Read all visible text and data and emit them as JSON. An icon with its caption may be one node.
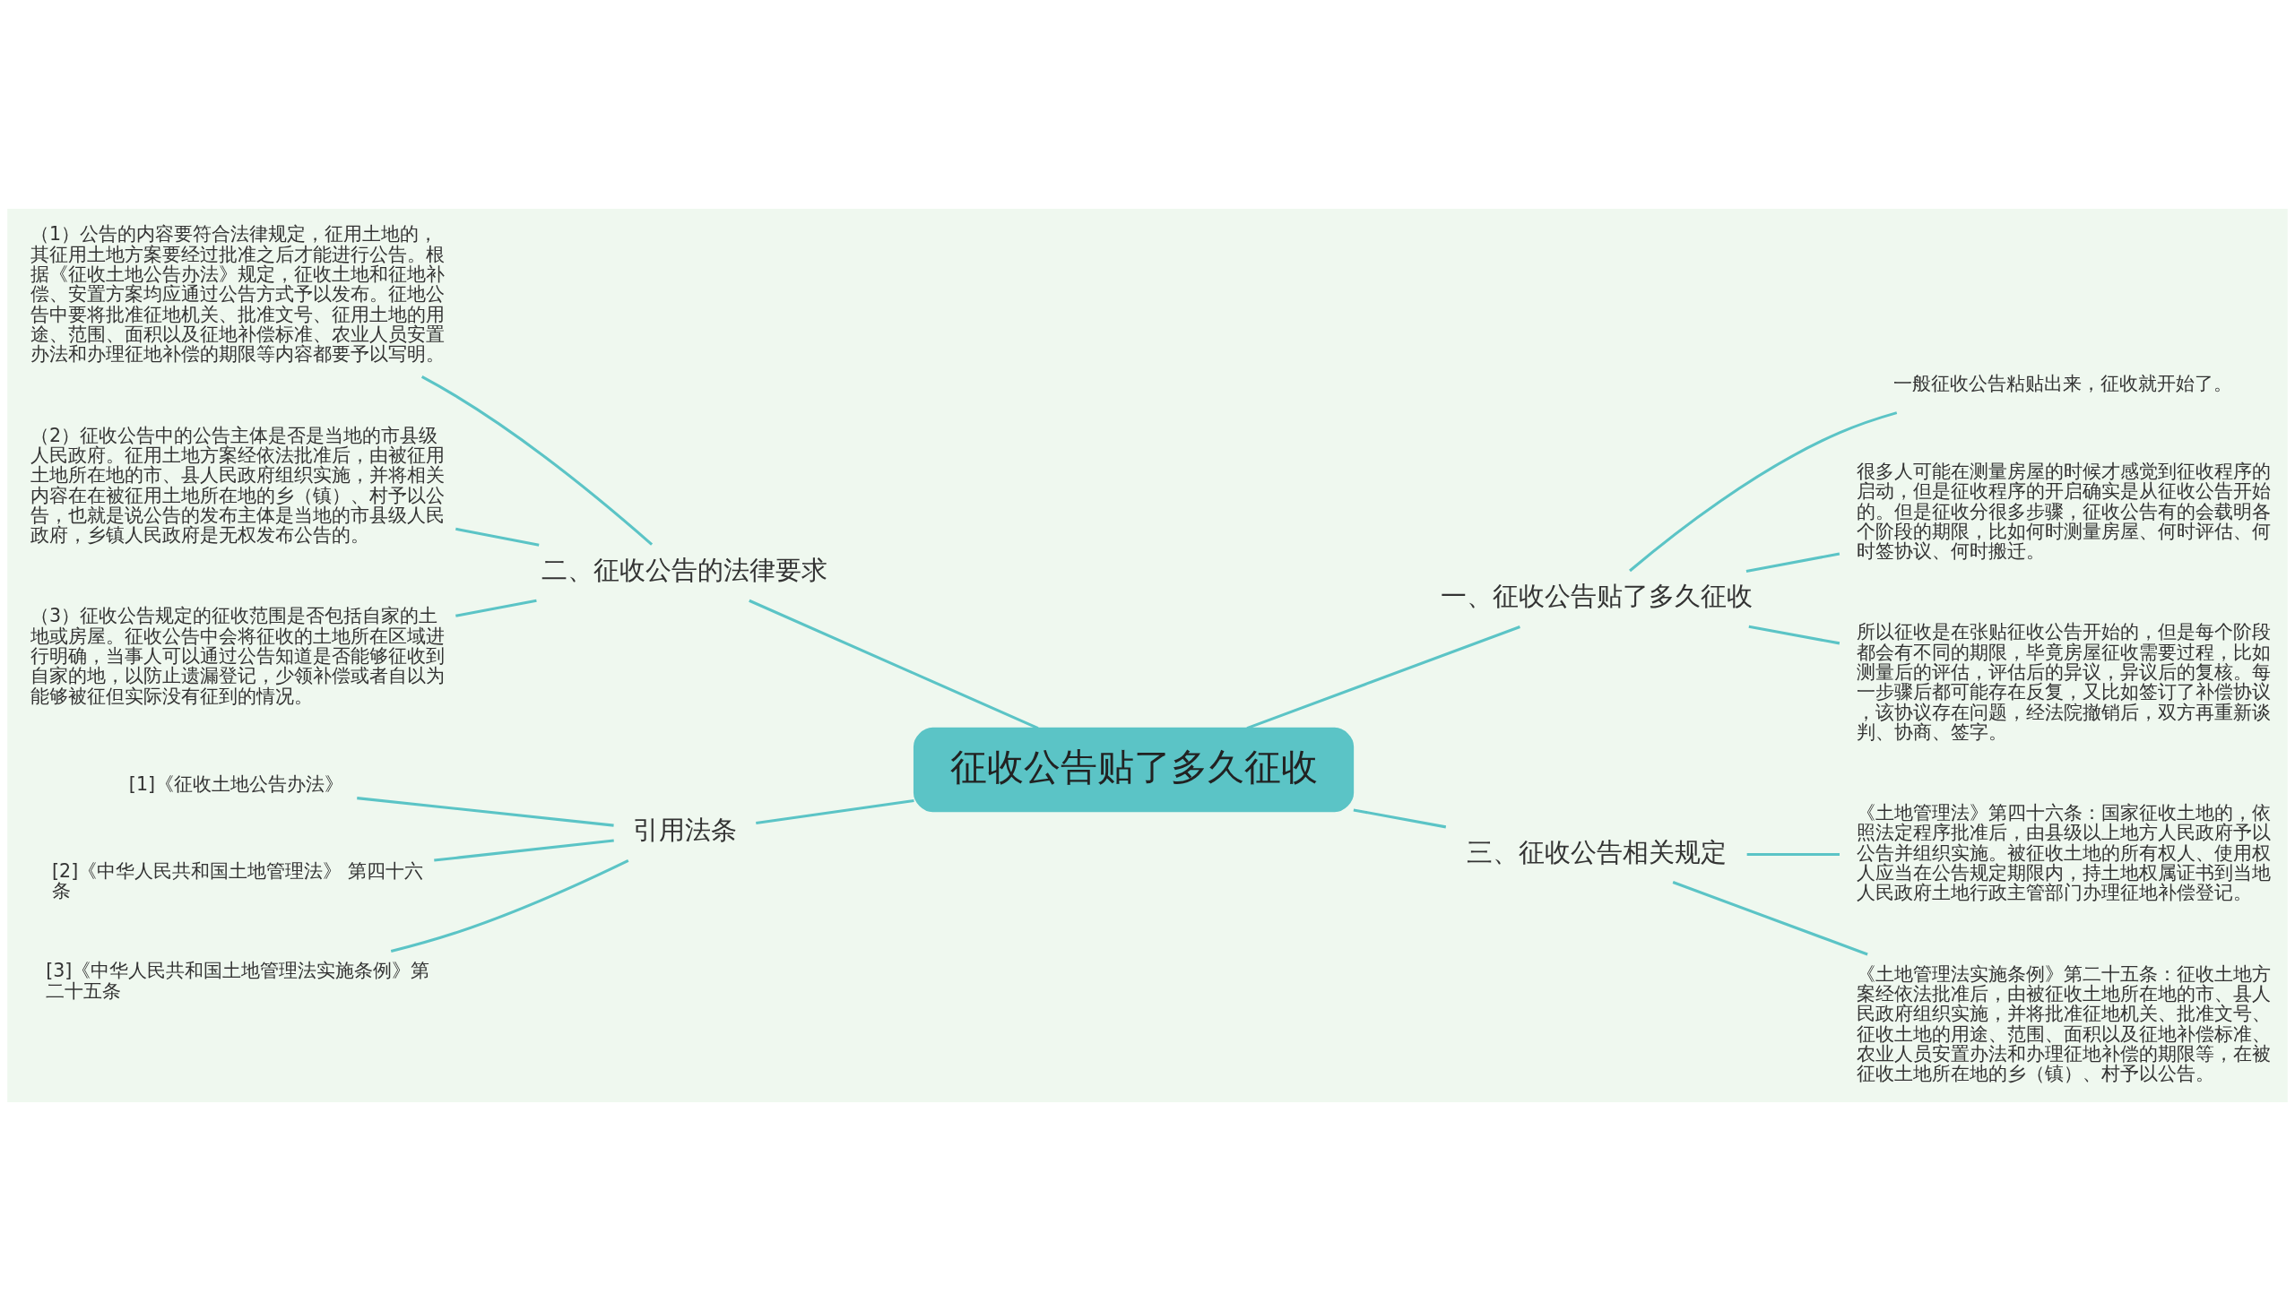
{
  "diagram": {
    "nodes": [
      {
        "text": [
          "征收公告贴了多久征收"
        ]
      },
      {
        "text": [
          "一、征收公告贴了多久征收"
        ]
      },
      {
        "text": [
          "一般征收公告粘贴出来，征收就开始了。"
        ]
      },
      {
        "text": [
          "很多人可能在测量房屋的时候才感觉到征收程序的启动，但是征收程序的开启确实是从征收公告开始的。但是征收分很多步骤，征收公告有的会载明各个阶段的期限，比如何时测量房屋、何时评估、何时签协议、何时搬迁。"
        ]
      },
      {
        "text": [
          "所以征收是在张贴征收公告开始的，但是每个阶段都会有不同的期限，毕竟房屋征收需要过程，比如测量后的评估，评估后的异议，异议后的复核。每一步骤后都可能存在反复，又比如签订了补偿协议，该协议存在问题，经法院撤销后，双方再重新谈判、协商、签字。"
        ]
      },
      {
        "text": [
          "二、征收公告的法律要求"
        ]
      },
      {
        "text": [
          "（1）公告的内容要符合法律规定，征用土地的，其征用土地方案要经过批准之后才能进行公告。根据《征收土地公告办法》规定，征收土地和征地补偿、安置方案均应通过公告方式予以发布。征地公告中要将批准征地机关、批准文号、征用土地的用途、范围、面积以及征地补偿标准、农业人员安置办法和办理征地补偿的期限等内容都要予以写明。"
        ]
      },
      {
        "text": [
          "（2）征收公告中的公告主体是否是当地的市县级人民政府。征用土地方案经依法批准后，由被征用土地所在地的市、县人民政府组织实施，并将相关内容在在被征用土地所在地的乡（镇）、村予以公告，也就是说公告的发布主体是当地的市县级人民政府，乡镇人民政府是无权发布公告的。"
        ]
      },
      {
        "text": [
          "（3）征收公告规定的征收范围是否包括自家的土地或房屋。征收公告中会将征收的土地所在区域进行明确，当事人可以通过公告知道是否能够征收到自家的地，以防止遗漏登记，少领补偿或者自以为能够被征但实际没有征到的情况。"
        ]
      },
      {
        "text": [
          "三、征收公告相关规定"
        ]
      },
      {
        "text": [
          "《土地管理法》第四十六条：国家征收土地的，依照法定程序批准后，由县级以上地方人民政府予以公告并组织实施。被征收土地的所有权人、使用权人应当在公告规定期限内，持土地权属证书到当地人民政府土地行政主管部门办理征地补偿登记。"
        ]
      },
      {
        "text": [
          "《土地管理法实施条例》第二十五条：征收土地方案经依法批准后，由被征收土地所在地的市、县人民政府组织实施，并将批准征地机关、批准文号、征收土地的用途、范围、面积以及征地补偿标准、农业人员安置办法和办理征地补偿的期限等，在被征收土地所在地的乡（镇）、村予以公告。"
        ]
      },
      {
        "text": [
          "引用法条"
        ]
      },
      {
        "text": [
          "[1]《征收土地公告办法》"
        ]
      },
      {
        "text": [
          "[2]《中华人民共和国土地管理法》 第四十六条"
        ]
      },
      {
        "text": [
          "[3]《中华人民共和国土地管理法实施条例》第二十五条"
        ]
      }
    ],
    "edges": [
      {
        "from": 0,
        "to": 1,
        "arrow": "none"
      },
      {
        "from": 1,
        "to": 2,
        "arrow": "none"
      },
      {
        "from": 1,
        "to": 3,
        "arrow": "none"
      },
      {
        "from": 1,
        "to": 4,
        "arrow": "none"
      },
      {
        "from": 0,
        "to": 5,
        "arrow": "none"
      },
      {
        "from": 5,
        "to": 6,
        "arrow": "none"
      },
      {
        "from": 5,
        "to": 7,
        "arrow": "none"
      },
      {
        "from": 5,
        "to": 8,
        "arrow": "none"
      },
      {
        "from": 0,
        "to": 9,
        "arrow": "none"
      },
      {
        "from": 9,
        "to": 10,
        "arrow": "none"
      },
      {
        "from": 9,
        "to": 11,
        "arrow": "none"
      },
      {
        "from": 0,
        "to": 12,
        "arrow": "none"
      },
      {
        "from": 12,
        "to": 13,
        "arrow": "none"
      },
      {
        "from": 12,
        "to": 14,
        "arrow": "none"
      },
      {
        "from": 12,
        "to": 15,
        "arrow": "none"
      }
    ]
  }
}
